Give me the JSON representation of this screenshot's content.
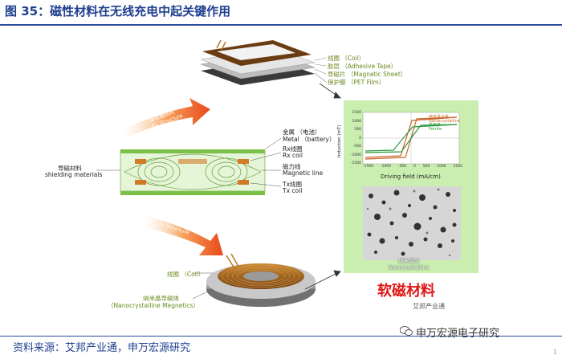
{
  "title": "图 35：磁性材料在无线充电中起关键作用",
  "source": "资料来源：艾邦产业通，申万宏源研究",
  "brand": "申万宏源电子研究",
  "top_stack_labels": {
    "coil": "线圈 （Coil）",
    "tape": "胶层 （Adhesive Tape）",
    "sheet": "导磁片 （Magnetic Sheet）",
    "pet": "保护膜 （PET Film）"
  },
  "arrow_top": "接收端结构",
  "arrow_top_en": "Rx Structure",
  "arrow_bottom": "发射端结构",
  "arrow_bottom_en": "Tx Structure",
  "middle_labels": {
    "metal_cn": "金属 （电池）",
    "metal_en": "Metal （battery）",
    "rx_cn": "Rx线圈",
    "rx_en": "Rx coil",
    "line_cn": "磁力线",
    "line_en": "Magnetic line",
    "tx_cn": "Tx线圈",
    "tx_en": "Tx coil",
    "shield_cn": "导磁材料",
    "shield_en": "shielding materials"
  },
  "bottom_labels": {
    "coil": "线圈 （Coil）",
    "nano_cn": "纳米晶导磁体",
    "nano_en": "（Nanocrystalline Megnetics）"
  },
  "graph": {
    "xlabel": "Driving field (mA/cm)",
    "ylabel": "Induction (mT)",
    "legend1": "纳米晶合金",
    "legend1_en": "Nanocrystalline",
    "legend2": "铁氧体",
    "legend2_en": "Ferrite",
    "xticks": [
      "-1500",
      "-1000",
      "-500",
      "0",
      "500",
      "1000",
      "1500"
    ],
    "yticks": [
      "1500",
      "1000",
      "500",
      "0",
      "-500",
      "-1000",
      "-1500"
    ]
  },
  "micro_label_cn": "纳米晶体",
  "micro_label_en": "Nanocrystalline",
  "soft_label": "软磁材料",
  "aibang_label": "艾邦产业通",
  "corner_mark": "1",
  "colors": {
    "title": "#1f3f8f",
    "accent_red": "#e01616",
    "panel_green": "#c9eeb0",
    "label_green": "#6a8a1e"
  }
}
